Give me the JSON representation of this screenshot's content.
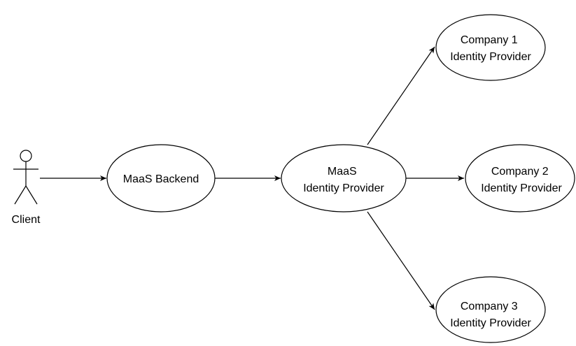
{
  "diagram": {
    "actor": {
      "label": "Client",
      "icon": "person-icon"
    },
    "nodes": {
      "maas_backend": {
        "lines": [
          "MaaS Backend"
        ]
      },
      "maas_idp": {
        "lines": [
          "MaaS",
          "Identity Provider"
        ]
      },
      "company1_idp": {
        "lines": [
          "Company 1",
          "Identity Provider"
        ]
      },
      "company2_idp": {
        "lines": [
          "Company 2",
          "Identity Provider"
        ]
      },
      "company3_idp": {
        "lines": [
          "Company 3",
          "Identity Provider"
        ]
      }
    },
    "edges": [
      {
        "from": "client",
        "to": "maas_backend"
      },
      {
        "from": "maas_backend",
        "to": "maas_idp"
      },
      {
        "from": "maas_idp",
        "to": "company1_idp"
      },
      {
        "from": "maas_idp",
        "to": "company2_idp"
      },
      {
        "from": "maas_idp",
        "to": "company3_idp"
      }
    ],
    "colors": {
      "stroke": "#000000",
      "fill": "#ffffff",
      "text": "#000000"
    }
  }
}
